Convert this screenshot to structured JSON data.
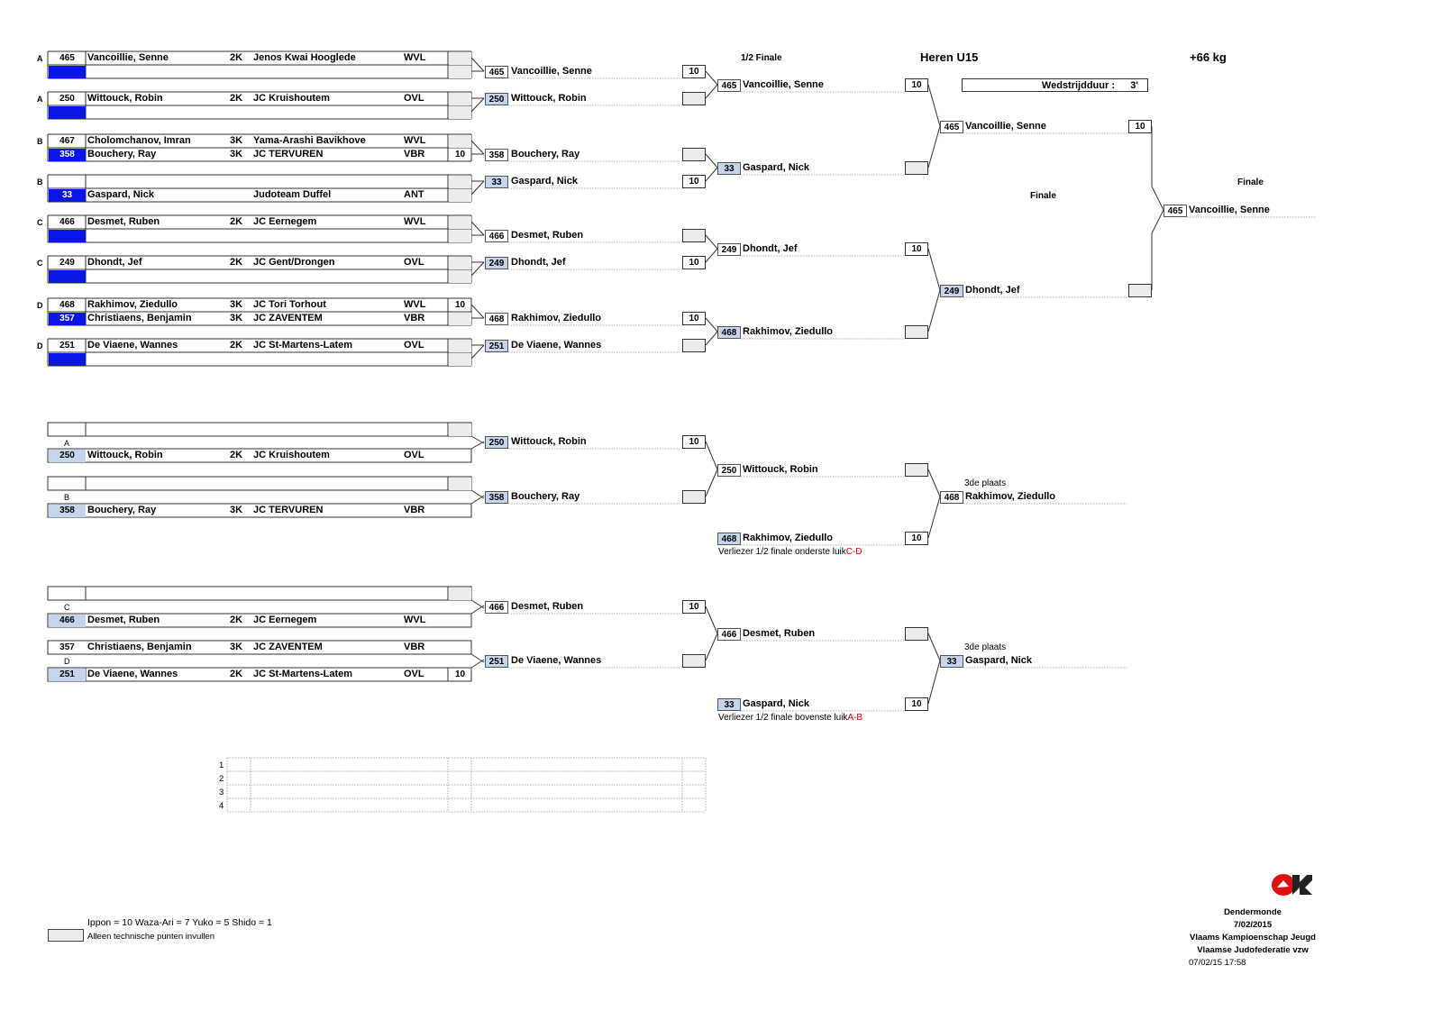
{
  "header": {
    "half_final": "1/2 Finale",
    "category": "Heren U15",
    "weight": "+66 kg",
    "duration_label": "Wedstrijdduur :",
    "duration_value": "3'",
    "finale_left": "Finale",
    "finale_right": "Finale"
  },
  "pool_rows": [
    {
      "pool": "A",
      "id": "465",
      "name": "Vancoillie, Senne",
      "grade": "2K",
      "club": "Jenos Kwai Hooglede",
      "prov": "WVL",
      "score": ""
    },
    {
      "pool": "",
      "id": "",
      "name": "",
      "grade": "",
      "club": "",
      "prov": "",
      "score": ""
    },
    {
      "pool": "A",
      "id": "250",
      "name": "Wittouck, Robin",
      "grade": "2K",
      "club": "JC Kruishoutem",
      "prov": "OVL",
      "score": ""
    },
    {
      "pool": "",
      "id": "",
      "name": "",
      "grade": "",
      "club": "",
      "prov": "",
      "score": ""
    },
    {
      "pool": "B",
      "id": "467",
      "name": "Cholomchanov, Imran",
      "grade": "3K",
      "club": "Yama-Arashi Bavikhove",
      "prov": "WVL",
      "score": ""
    },
    {
      "pool": "",
      "id": "358",
      "name": "Bouchery, Ray",
      "grade": "3K",
      "club": "JC TERVUREN",
      "prov": "VBR",
      "score": "10"
    },
    {
      "pool": "B",
      "id": "",
      "name": "",
      "grade": "",
      "club": "",
      "prov": "",
      "score": ""
    },
    {
      "pool": "",
      "id": "33",
      "name": "Gaspard, Nick",
      "grade": "",
      "club": "Judoteam Duffel",
      "prov": "ANT",
      "score": ""
    },
    {
      "pool": "C",
      "id": "466",
      "name": "Desmet, Ruben",
      "grade": "2K",
      "club": "JC Eernegem",
      "prov": "WVL",
      "score": ""
    },
    {
      "pool": "",
      "id": "",
      "name": "",
      "grade": "",
      "club": "",
      "prov": "",
      "score": ""
    },
    {
      "pool": "C",
      "id": "249",
      "name": "Dhondt, Jef",
      "grade": "2K",
      "club": "JC Gent/Drongen",
      "prov": "OVL",
      "score": ""
    },
    {
      "pool": "",
      "id": "",
      "name": "",
      "grade": "",
      "club": "",
      "prov": "",
      "score": ""
    },
    {
      "pool": "D",
      "id": "468",
      "name": "Rakhimov, Ziedullo",
      "grade": "3K",
      "club": "JC Tori Torhout",
      "prov": "WVL",
      "score": "10"
    },
    {
      "pool": "",
      "id": "357",
      "name": "Christiaens, Benjamin",
      "grade": "3K",
      "club": "JC ZAVENTEM",
      "prov": "VBR",
      "score": ""
    },
    {
      "pool": "D",
      "id": "251",
      "name": "De Viaene, Wannes",
      "grade": "2K",
      "club": "JC St-Martens-Latem",
      "prov": "OVL",
      "score": ""
    },
    {
      "pool": "",
      "id": "",
      "name": "",
      "grade": "",
      "club": "",
      "prov": "",
      "score": ""
    }
  ],
  "round2": [
    {
      "id": "465",
      "name": "Vancoillie, Senne",
      "score": "10"
    },
    {
      "id": "250",
      "name": "Wittouck, Robin",
      "score": ""
    },
    {
      "id": "358",
      "name": "Bouchery, Ray",
      "score": ""
    },
    {
      "id": "33",
      "name": "Gaspard, Nick",
      "score": "10"
    },
    {
      "id": "466",
      "name": "Desmet, Ruben",
      "score": ""
    },
    {
      "id": "249",
      "name": "Dhondt, Jef",
      "score": "10"
    },
    {
      "id": "468",
      "name": "Rakhimov, Ziedullo",
      "score": "10"
    },
    {
      "id": "251",
      "name": "De Viaene, Wannes",
      "score": ""
    }
  ],
  "round3": [
    {
      "id": "465",
      "name": "Vancoillie, Senne",
      "score": "10"
    },
    {
      "id": "33",
      "name": "Gaspard, Nick",
      "score": ""
    },
    {
      "id": "249",
      "name": "Dhondt, Jef",
      "score": "10"
    },
    {
      "id": "468",
      "name": "Rakhimov, Ziedullo",
      "score": ""
    }
  ],
  "round4": [
    {
      "id": "465",
      "name": "Vancoillie, Senne",
      "score": "10"
    },
    {
      "id": "249",
      "name": "Dhondt, Jef",
      "score": ""
    }
  ],
  "winner": {
    "id": "465",
    "name": "Vancoillie, Senne"
  },
  "rep1": {
    "rowA": {
      "pool": "A",
      "id": "250",
      "name": "Wittouck, Robin",
      "grade": "2K",
      "club": "JC Kruishoutem",
      "prov": "OVL"
    },
    "rowB": {
      "pool": "B",
      "id": "358",
      "name": "Bouchery, Ray",
      "grade": "3K",
      "club": "JC TERVUREN",
      "prov": "VBR"
    },
    "r2": [
      {
        "id": "250",
        "name": "Wittouck, Robin",
        "score": "10"
      },
      {
        "id": "358",
        "name": "Bouchery, Ray",
        "score": ""
      }
    ],
    "r3": {
      "id": "250",
      "name": "Wittouck, Robin",
      "score": ""
    },
    "loser": {
      "id": "468",
      "name": "Rakhimov, Ziedullo",
      "score": "10"
    },
    "loser_note": "Verliezer 1/2 finale onderste luik",
    "loser_note_red": "C-D",
    "third_label": "3de plaats",
    "third": {
      "id": "468",
      "name": "Rakhimov, Ziedullo"
    }
  },
  "rep2": {
    "rowC": {
      "pool": "C",
      "id": "466",
      "name": "Desmet, Ruben",
      "grade": "2K",
      "club": "JC Eernegem",
      "prov": "WVL"
    },
    "rowX": {
      "id": "357",
      "name": "Christiaens, Benjamin",
      "grade": "3K",
      "club": "JC ZAVENTEM",
      "prov": "VBR"
    },
    "rowD": {
      "pool": "D",
      "id": "251",
      "name": "De Viaene, Wannes",
      "grade": "2K",
      "club": "JC St-Martens-Latem",
      "prov": "OVL",
      "score": "10"
    },
    "r2": [
      {
        "id": "466",
        "name": "Desmet, Ruben",
        "score": "10"
      },
      {
        "id": "251",
        "name": "De Viaene, Wannes",
        "score": ""
      }
    ],
    "r3": {
      "id": "466",
      "name": "Desmet, Ruben",
      "score": ""
    },
    "loser": {
      "id": "33",
      "name": "Gaspard, Nick",
      "score": "10"
    },
    "loser_note": "Verliezer 1/2 finale bovenste luik",
    "loser_note_red": "A-B",
    "third_label": "3de plaats",
    "third": {
      "id": "33",
      "name": "Gaspard, Nick"
    }
  },
  "ranking_numbers": [
    "1",
    "2",
    "3",
    "4"
  ],
  "legend": {
    "points": "Ippon = 10  Waza-Ari = 7  Yuko = 5   Shido  = 1",
    "note": "Alleen technische punten invullen"
  },
  "footer": {
    "city": "Dendermonde",
    "date": "7/02/2015",
    "event": "Vlaams Kampioenschap Jeugd",
    "org": "Vlaamse Judofederatie vzw",
    "printed": "07/02/15 17:58"
  },
  "icons": {
    "logo": "vjf-logo-icon"
  },
  "colors": {
    "blue": "#0a16e6",
    "lightblue": "#c5d5ee",
    "red": "#d00000"
  }
}
